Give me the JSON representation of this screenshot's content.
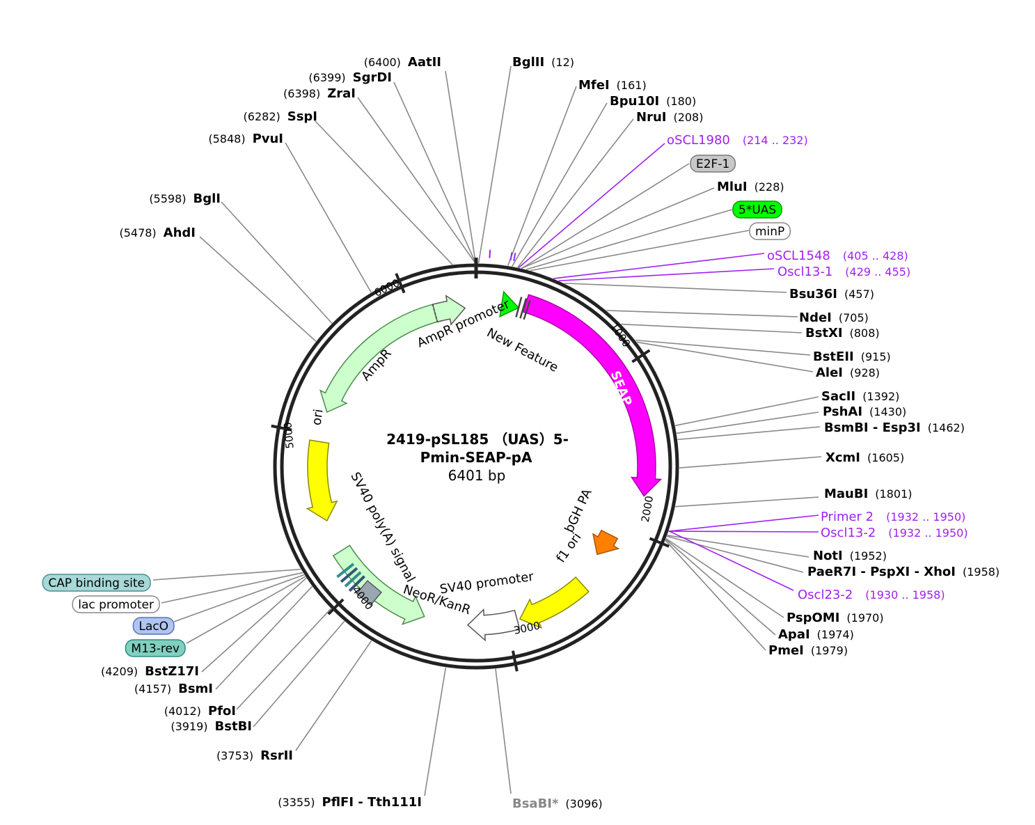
{
  "plasmid": {
    "title_line1": "2419-pSL185 （UAS）5-",
    "title_line2": "Pmin-SEAP-pA",
    "size": "6401 bp"
  },
  "ticks": [
    "1000",
    "2000",
    "3000",
    "4000",
    "5000",
    "6000"
  ],
  "features": [
    {
      "name": "AmpR promoter",
      "color": "#ccffcc"
    },
    {
      "name": "AmpR",
      "color": "#ccffcc"
    },
    {
      "name": "ori",
      "color": "#ffff00"
    },
    {
      "name": "SV40 poly(A) signal",
      "color": "#9aa7b0"
    },
    {
      "name": "NeoR/KanR",
      "color": "#ccffcc"
    },
    {
      "name": "SV40 promoter",
      "color": "#ffffff"
    },
    {
      "name": "f1 ori",
      "color": "#ffff00"
    },
    {
      "name": "bGH PA",
      "color": "#ff7f00"
    },
    {
      "name": "SEAP",
      "color": "#ff00ff"
    },
    {
      "name": "New Feature",
      "color": "#888888"
    }
  ],
  "boxes": [
    {
      "name": "E2F-1",
      "color": "#c8c8c8",
      "border": "#777777"
    },
    {
      "name": "5*UAS",
      "color": "#00ff00",
      "border": "#009900"
    },
    {
      "name": "minP",
      "color": "#ffffff",
      "border": "#888888"
    },
    {
      "name": "CAP binding site",
      "color": "#a8d8d8",
      "border": "#4d8e8e"
    },
    {
      "name": "lac promoter",
      "color": "#ffffff",
      "border": "#888888"
    },
    {
      "name": "LacO",
      "color": "#b0c4f0",
      "border": "#5570c0"
    },
    {
      "name": "M13-rev",
      "color": "#80d0c0",
      "border": "#2a8a7a"
    }
  ],
  "right_sites": [
    {
      "name": "BglII",
      "pos": "(12)"
    },
    {
      "name": "MfeI",
      "pos": "(161)"
    },
    {
      "name": "Bpu10I",
      "pos": "(180)"
    },
    {
      "name": "NruI",
      "pos": "(208)"
    },
    {
      "name": "MluI",
      "pos": "(228)"
    },
    {
      "name": "Bsu36I",
      "pos": "(457)"
    },
    {
      "name": "NdeI",
      "pos": "(705)"
    },
    {
      "name": "BstXI",
      "pos": "(808)"
    },
    {
      "name": "BstEII",
      "pos": "(915)"
    },
    {
      "name": "AleI",
      "pos": "(928)"
    },
    {
      "name": "SacII",
      "pos": "(1392)"
    },
    {
      "name": "PshAI",
      "pos": "(1430)"
    },
    {
      "name": "BsmBI - Esp3I",
      "pos": "(1462)"
    },
    {
      "name": "XcmI",
      "pos": "(1605)"
    },
    {
      "name": "MauBI",
      "pos": "(1801)"
    },
    {
      "name": "NotI",
      "pos": "(1952)"
    },
    {
      "name": "PaeR7I - PspXI - XhoI",
      "pos": "(1958)"
    },
    {
      "name": "PspOMI",
      "pos": "(1970)"
    },
    {
      "name": "ApaI",
      "pos": "(1974)"
    },
    {
      "name": "PmeI",
      "pos": "(1979)"
    }
  ],
  "primers": [
    {
      "name": "oSCL1980",
      "pos": "(214 .. 232)"
    },
    {
      "name": "oSCL1548",
      "pos": "(405 .. 428)"
    },
    {
      "name": "Oscl13-1",
      "pos": "(429 .. 455)"
    },
    {
      "name": "Primer 2",
      "pos": "(1932 .. 1950)"
    },
    {
      "name": "Oscl13-2",
      "pos": "(1932 .. 1950)"
    },
    {
      "name": "Oscl23-2",
      "pos": "(1930 .. 1958)"
    }
  ],
  "left_sites": [
    {
      "name": "AatII",
      "pos": "(6400)"
    },
    {
      "name": "SgrDI",
      "pos": "(6399)"
    },
    {
      "name": "ZraI",
      "pos": "(6398)"
    },
    {
      "name": "SspI",
      "pos": "(6282)"
    },
    {
      "name": "PvuI",
      "pos": "(5848)"
    },
    {
      "name": "BglI",
      "pos": "(5598)"
    },
    {
      "name": "AhdI",
      "pos": "(5478)"
    },
    {
      "name": "BstZ17I",
      "pos": "(4209)"
    },
    {
      "name": "BsmI",
      "pos": "(4157)"
    },
    {
      "name": "PfoI",
      "pos": "(4012)"
    },
    {
      "name": "BstBI",
      "pos": "(3919)"
    },
    {
      "name": "RsrII",
      "pos": "(3753)"
    },
    {
      "name": "PflFI - Tth111I",
      "pos": "(3355)"
    }
  ],
  "bottom_site": {
    "name": "BsaBI*",
    "pos": "(3096)"
  }
}
